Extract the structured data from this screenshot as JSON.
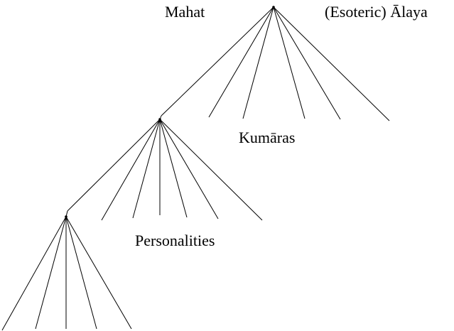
{
  "labels": {
    "mahat": "Mahat",
    "alaya": "(Esoteric) Ālaya",
    "kumaras": "Kumāras",
    "personalities": "Personalities"
  },
  "tree": {
    "levels": [
      {
        "name": "Mahat",
        "branches": 5,
        "continues": true
      },
      {
        "name": "Kumāras",
        "branches": 6,
        "continues": true
      },
      {
        "name": "Personalities",
        "branches": 5,
        "continues": false
      }
    ]
  }
}
